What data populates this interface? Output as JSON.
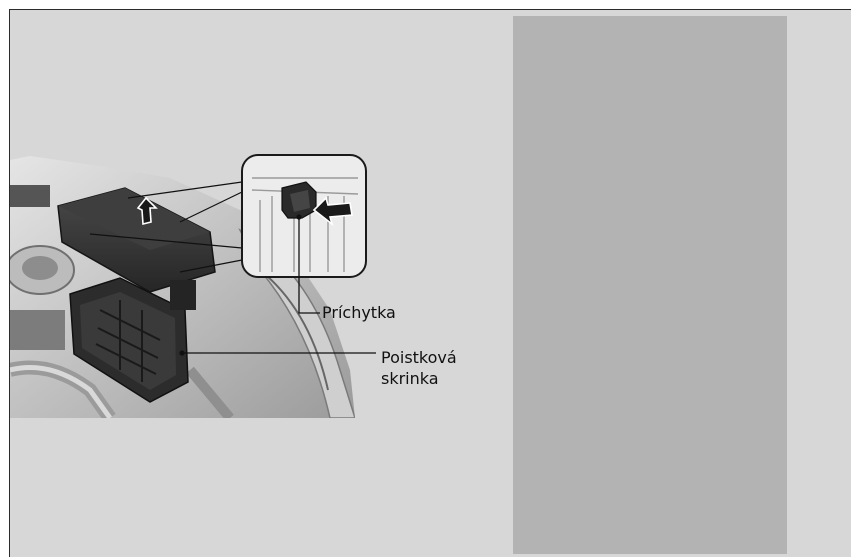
{
  "labels": {
    "clip": "Príchytka",
    "fuse_box_line1": "Poistková",
    "fuse_box_line2": "skrinka"
  },
  "colors": {
    "page_background": "#d7d7d8",
    "side_panel": "#b3b3b3",
    "illustration_dark": "#2a2a2a",
    "illustration_light": "#c8c8c8",
    "leader_line": "#111111"
  },
  "icons": {
    "lift_arrow": "arrow-up-icon",
    "push_arrow": "arrow-left-icon"
  }
}
